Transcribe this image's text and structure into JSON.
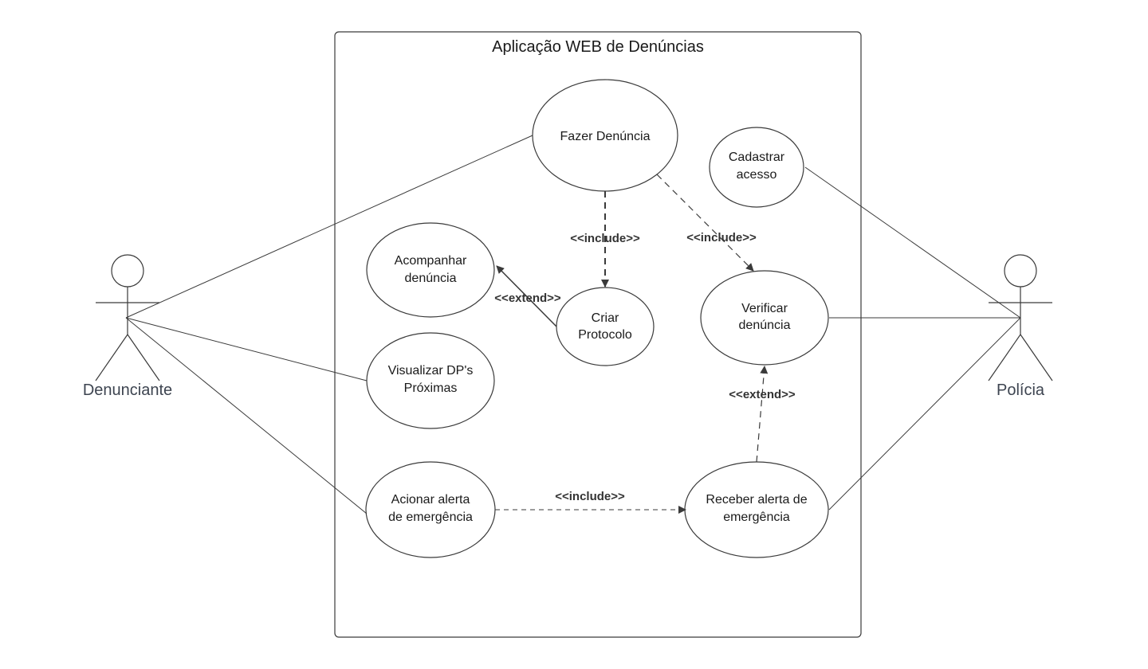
{
  "system_title": "Aplicação WEB de Denúncias",
  "actors": {
    "denunciante": "Denunciante",
    "policia": "Polícia"
  },
  "use_cases": {
    "fazer_denuncia": [
      "Fazer Denúncia"
    ],
    "cadastrar_acesso": [
      "Cadastrar",
      "acesso"
    ],
    "acompanhar_denuncia": [
      "Acompanhar",
      "denúncia"
    ],
    "criar_protocolo": [
      "Criar",
      "Protocolo"
    ],
    "verificar_denuncia": [
      "Verificar",
      "denúncia"
    ],
    "visualizar_dps": [
      "Visualizar DP's",
      "Próximas"
    ],
    "acionar_alerta": [
      "Acionar alerta",
      "de emergência"
    ],
    "receber_alerta": [
      "Receber alerta de",
      "emergência"
    ]
  },
  "relations": {
    "include_1": "<<include>>",
    "include_2": "<<include>>",
    "include_3": "<<include>>",
    "extend_1": "<<extend>>",
    "extend_2": "<<extend>>"
  },
  "colors": {
    "line": "#3a3a3a",
    "actor_label": "#3d4450"
  }
}
